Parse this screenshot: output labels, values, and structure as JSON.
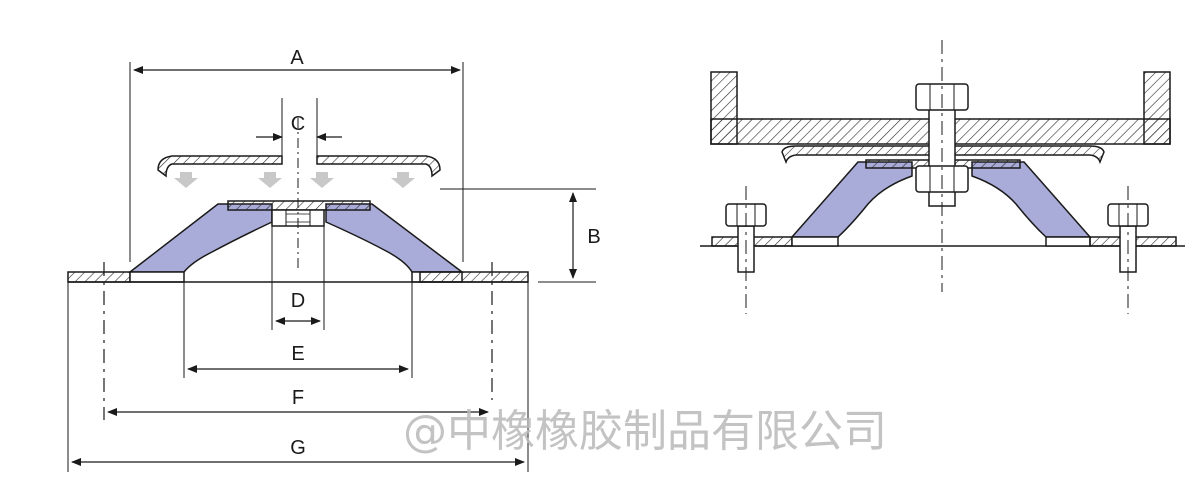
{
  "dimension_labels": {
    "a": "A",
    "b": "B",
    "c": "C",
    "d": "D",
    "e": "E",
    "f": "F",
    "g": "G"
  },
  "watermark": "@中橡橡胶制品有限公司",
  "colors": {
    "rubber": "#a9acd8",
    "line": "#1a1a1a",
    "hatch": "#2a2a2a",
    "load_arrow": "#c8c8c8",
    "watermark": "#b8b8b8"
  }
}
